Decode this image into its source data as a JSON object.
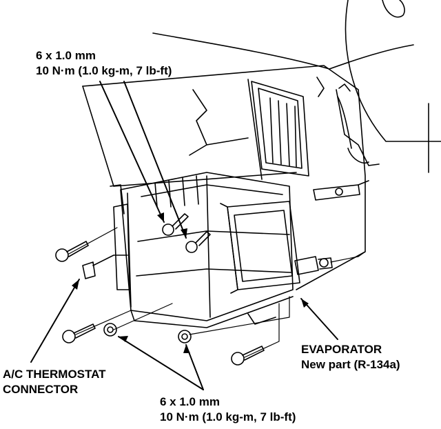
{
  "labels": {
    "top_fastener_size": "6 x 1.0 mm",
    "top_fastener_torque": "10 N·m (1.0 kg-m, 7 lb-ft)",
    "connector_line1": "A/C THERMOSTAT",
    "connector_line2": "CONNECTOR",
    "evaporator_title": "EVAPORATOR",
    "evaporator_note": "New part (R-134a)",
    "bottom_fastener_size": "6 x 1.0 mm",
    "bottom_fastener_torque": "10 N·m (1.0 kg-m, 7 lb-ft)"
  },
  "colors": {
    "ink": "#000000",
    "paper": "#ffffff"
  }
}
